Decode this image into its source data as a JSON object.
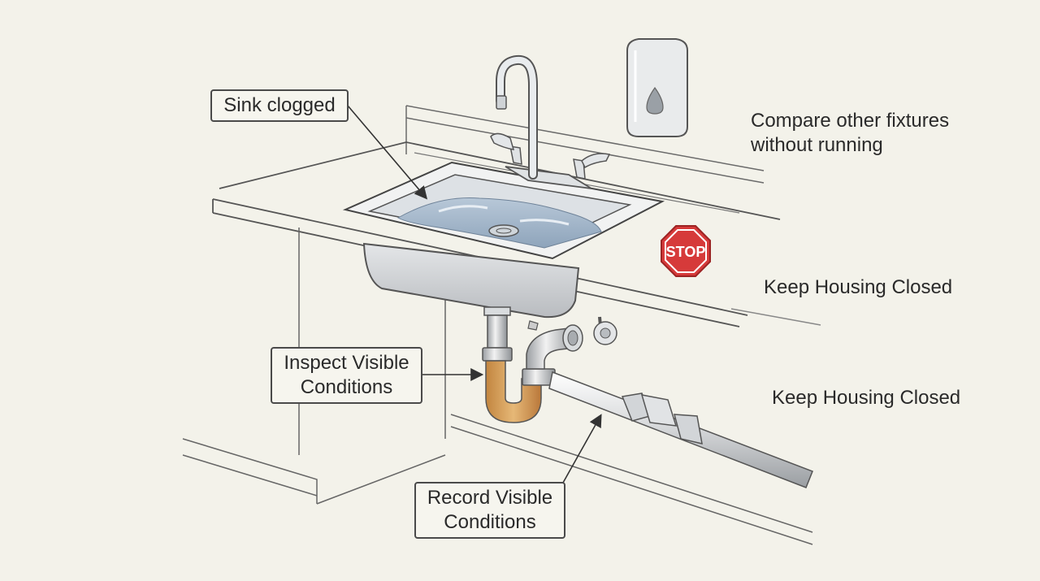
{
  "labels": {
    "sink_clogged": "Sink clogged",
    "compare_fixtures": [
      "Compare other fixtures",
      "without running"
    ],
    "keep_housing_1": "Keep Housing Closed",
    "keep_housing_2": "Keep Housing Closed",
    "inspect": [
      "Inspect Visible",
      "Conditions"
    ],
    "record": [
      "Record Visible",
      "Conditions"
    ]
  },
  "stop_sign": {
    "text": "STOP",
    "color": "#d63a3a"
  },
  "colors": {
    "background": "#f3f2ea",
    "ink": "#4a4a4a",
    "water": "#9fb3c8",
    "trap_rust": "#d9a25c"
  }
}
